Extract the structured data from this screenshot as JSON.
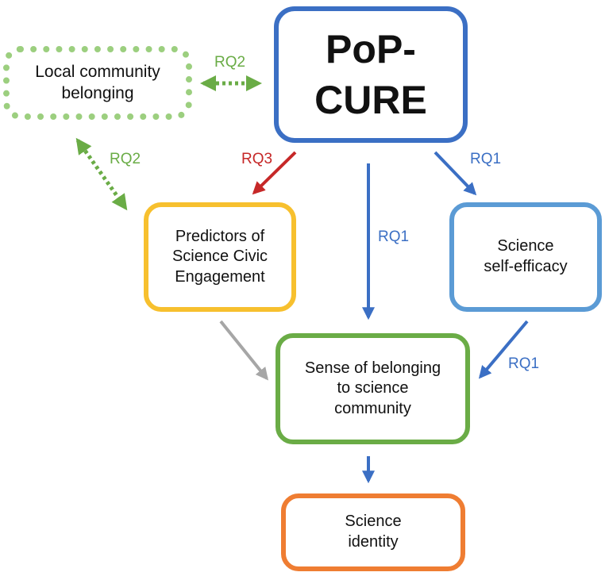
{
  "nodes": {
    "local_community": "Local community\nbelonging",
    "pop_cure": "PoP-CURE",
    "predictors": "Predictors of\nScience Civic\nEngagement",
    "self_efficacy": "Science\nself-efficacy",
    "sense_of_belonging": "Sense of belonging\nto science\ncommunity",
    "science_identity": "Science\nidentity"
  },
  "edge_labels": {
    "local_pop": "RQ2",
    "local_predictors": "RQ2",
    "pop_predictors": "RQ3",
    "pop_self": "RQ1",
    "pop_sense": "RQ1",
    "self_sense": "RQ1"
  },
  "colors": {
    "green_dotted": "#6aac46",
    "local_border": "#9ccf7f",
    "pop_border": "#3b6fc4",
    "predictors_border": "#f7c02e",
    "self_border": "#5b9bd5",
    "sense_border": "#6aac46",
    "identity_border": "#ef7d32",
    "rq3_arrow": "#c62828",
    "blue_arrow": "#3b6fc4",
    "gray_arrow": "#a6a6a6"
  }
}
